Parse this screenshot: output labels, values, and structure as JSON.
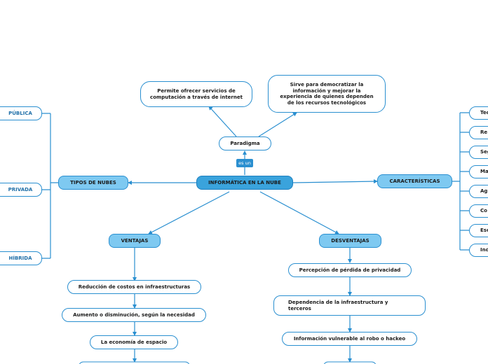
{
  "central": "INFORMÁTICA EN LA NUBE",
  "link_label": "es un",
  "paradigma": {
    "label": "Paradigma",
    "children": [
      "Permite ofrecer servicios de computación a través de internet",
      "Sirve para democratizar la información y mejorar la experiencia de quienes dependen de los recursos tecnológicos"
    ]
  },
  "tipos": {
    "label": "TIPOS DE NUBES",
    "children": [
      "PÚBLICA",
      "PRIVADA",
      "HÍBRIDA"
    ]
  },
  "caracteristicas": {
    "label": "CARACTERÍSTICAS",
    "children": [
      "Tec",
      "Re",
      "Seg",
      "Ma",
      "Ag",
      "Co",
      "Esc",
      "Ind"
    ]
  },
  "ventajas": {
    "label": "VENTAJAS",
    "children": [
      "Reducción de costos en infraestructuras",
      "Aumento o disminución, según la necesidad",
      "La economía de espacio"
    ]
  },
  "desventajas": {
    "label": "DESVENTAJAS",
    "children": [
      "Percepción de pérdida de privacidad",
      "Dependencia de la infraestructura y terceros",
      "Información vulnerable al robo o hackeo"
    ]
  },
  "colors": {
    "line": "#2a8fd0",
    "main": "#7ec9f1",
    "central": "#3aa3dc"
  }
}
